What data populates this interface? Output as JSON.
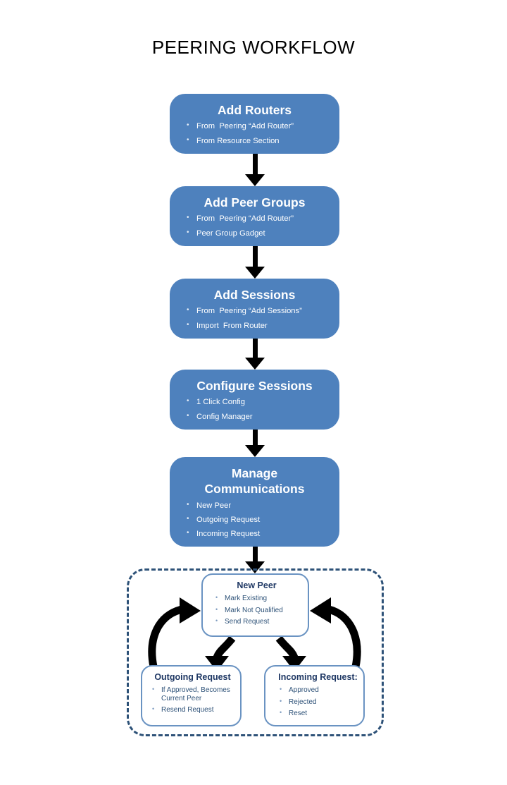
{
  "title": "PEERING WORKFLOW",
  "theme": {
    "box_fill": "#4e81bd",
    "box_text": "#ffffff",
    "sub_box_border": "#6a93c2",
    "sub_box_title": "#1f3864",
    "sub_box_text": "#2e5278",
    "dashed_border": "#2e5278",
    "arrow": "#000000",
    "page_background": "#ffffff",
    "title_color": "#000000"
  },
  "flow": {
    "steps": [
      {
        "title": "Add Routers",
        "bullets": [
          "From  Peering “Add Router”",
          "From Resource Section"
        ]
      },
      {
        "title": "Add Peer Groups",
        "bullets": [
          "From  Peering “Add Router”",
          "Peer Group Gadget"
        ]
      },
      {
        "title": "Add Sessions",
        "bullets": [
          "From  Peering “Add Sessions”",
          "Import  From Router"
        ]
      },
      {
        "title": "Configure Sessions",
        "bullets": [
          "1 Click Config",
          "Config Manager"
        ]
      },
      {
        "title_line1": "Manage",
        "title_line2": "Communications",
        "bullets": [
          "New Peer",
          "Outgoing Request",
          "Incoming Request"
        ]
      }
    ]
  },
  "communications_group": {
    "new_peer": {
      "title": "New Peer",
      "bullets": [
        "Mark Existing",
        "Mark Not Qualified",
        "Send Request"
      ]
    },
    "outgoing": {
      "title": "Outgoing Request",
      "bullets": [
        "If Approved, Becomes Current Peer",
        "Resend Request"
      ]
    },
    "incoming": {
      "title": "Incoming Request:",
      "bullets": [
        "Approved",
        "Rejected",
        "Reset"
      ]
    }
  }
}
